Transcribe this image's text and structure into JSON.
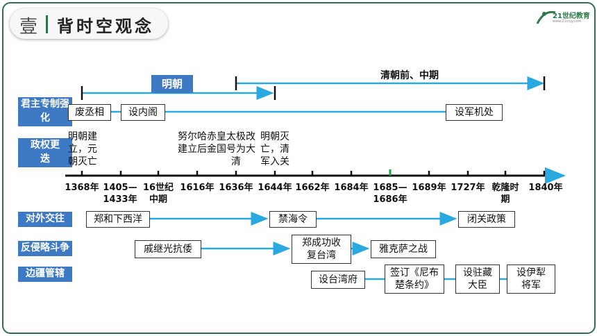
{
  "header": {
    "number": "壹",
    "title": "背时空观念"
  },
  "logo": {
    "text": "21世纪教育",
    "sub": "www.21cnjy.com"
  },
  "periods": {
    "ming": "明朝",
    "qing": "清朝前、中期"
  },
  "categories": {
    "monarchy": "君主专制强化",
    "regime": "政权更迭",
    "foreign": "对外交往",
    "aggression": "反侵略斗争",
    "frontier": "边疆管辖"
  },
  "monarchy_boxes": [
    "废丞相",
    "设内阁",
    "设军机处"
  ],
  "regime_events": [
    "明朝建立，元朝灭亡",
    "努尔哈赤建立后金",
    "皇太极改国号为大清",
    "明朝灭亡，清军入关"
  ],
  "ticks": [
    "1368年",
    "1405—1433年",
    "16世纪中期",
    "1616年",
    "1636年",
    "1644年",
    "1662年",
    "1684年",
    "1685—1686年",
    "1689年",
    "1727年",
    "乾隆时期",
    "1840年"
  ],
  "foreign_boxes": [
    "郑和下西洋",
    "禁海令",
    "闭关政策"
  ],
  "aggression_boxes": [
    "戚继光抗倭",
    "郑成功收复台湾",
    "雅克萨之战"
  ],
  "frontier_boxes": [
    "设台湾府",
    "签订《尼布楚条约》",
    "设驻藏大臣",
    "设伊犁将军"
  ],
  "colors": {
    "accent_blue": "#3e79c3",
    "arrow_cyan": "#29a9e0",
    "highlight_tick": "#1aa34a"
  }
}
